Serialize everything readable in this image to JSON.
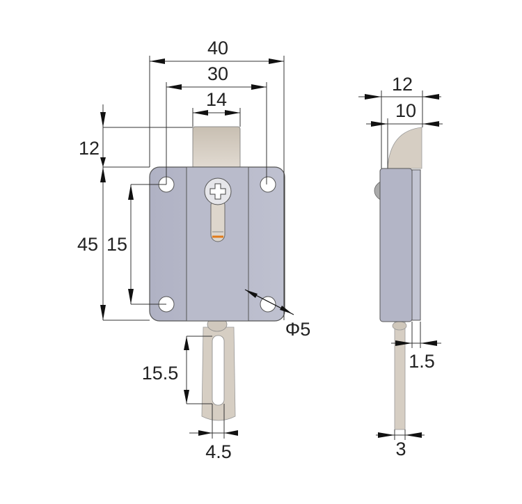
{
  "front_view": {
    "dimensions": {
      "overall_width": "40",
      "hole_spacing_width": "30",
      "bolt_width": "14",
      "bolt_projection": "12",
      "overall_height": "45",
      "hole_spacing_height": "15",
      "hole_diameter": "Φ5",
      "slot_length": "15.5",
      "slot_bar_width": "4.5"
    }
  },
  "side_view": {
    "dimensions": {
      "overall_depth": "12",
      "bolt_depth": "10",
      "plate_thickness": "1.5",
      "bar_thickness": "3"
    }
  },
  "colors": {
    "body": "#b6b8c8",
    "bolt": "#d9d0c4",
    "accent": "#e07a1a"
  }
}
